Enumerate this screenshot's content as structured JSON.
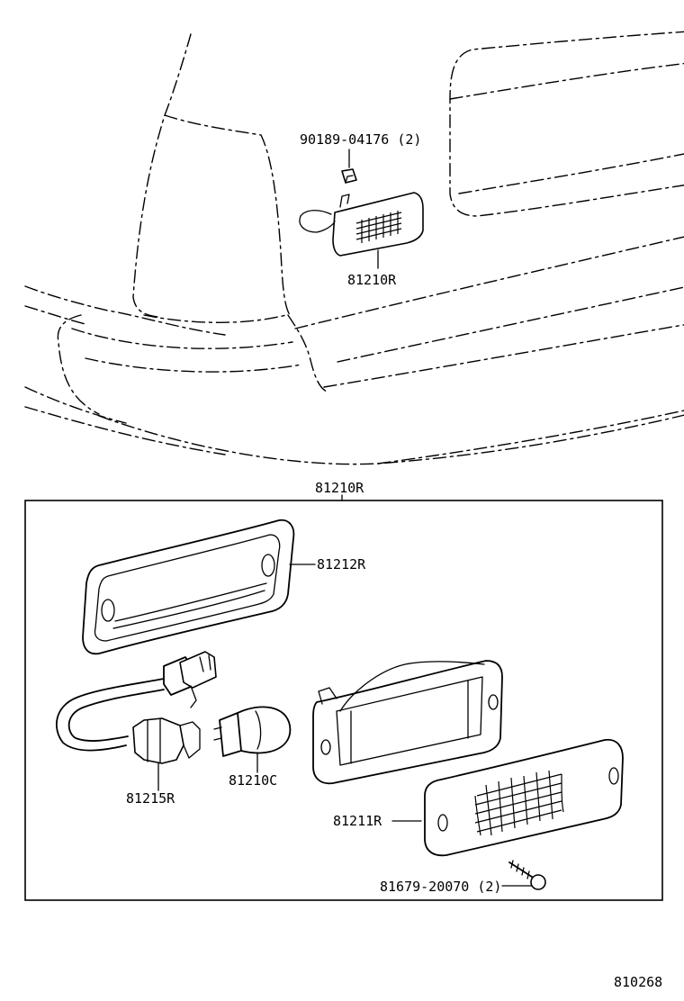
{
  "parts": {
    "clip": "90189-04176 (2)",
    "lamp_assy_top": "81210R",
    "lamp_assy_box": "81210R",
    "gasket": "81212R",
    "socket": "81215R",
    "bulb": "81210C",
    "lens": "81211R",
    "screw": "81679-20070 (2)"
  },
  "diagram_id": "810268"
}
